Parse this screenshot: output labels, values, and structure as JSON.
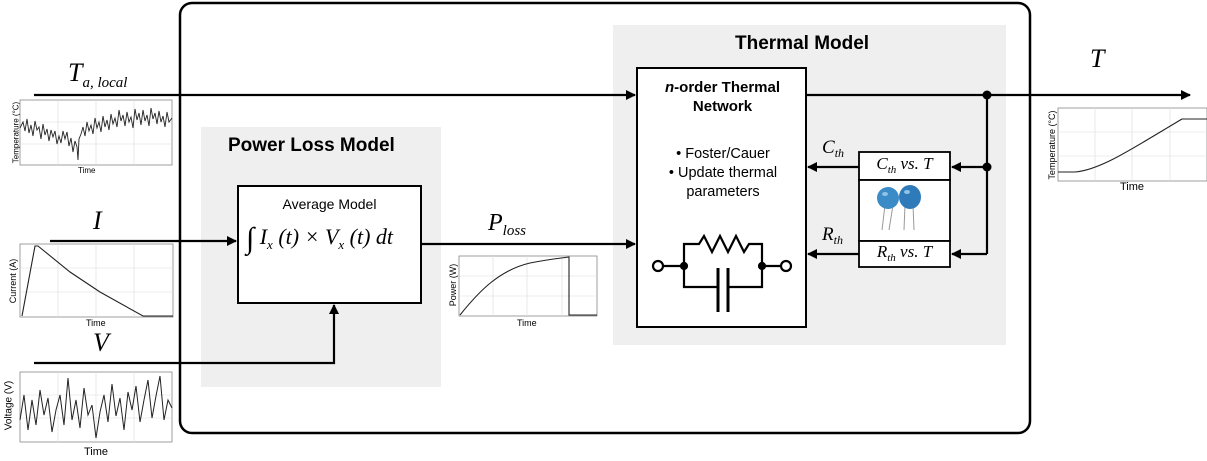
{
  "labels": {
    "thermal_model_title": "Thermal Model",
    "power_loss_title": "Power Loss Model",
    "network_title_n": "n",
    "network_title_rest": "-order Thermal",
    "network_title_line2": "Network",
    "bullet1": "• Foster/Cauer",
    "bullet2": "• Update thermal",
    "bullet3": "parameters",
    "avg_model": "Average Model",
    "integral": "∫ I",
    "integral_rest": "x (t) × V",
    "integral_rest2": "x (t) dt",
    "ta_main": "T",
    "ta_sub": "a, local",
    "i_label": "I",
    "v_label": "V",
    "ploss_main": "P",
    "ploss_sub": "loss",
    "t_label": "T",
    "cth_main": "C",
    "cth_sub": "th",
    "rth_main": "R",
    "rth_sub": "th",
    "cth_vs_main": "C",
    "cth_vs_sub": "th",
    "cth_vs_rest": " vs. T",
    "rth_vs_main": "R",
    "rth_vs_sub": "th",
    "rth_vs_rest": " vs. T"
  },
  "plots": {
    "temp_in": {
      "ylabel": "Temperature (°C)",
      "xlabel": "Time"
    },
    "current": {
      "ylabel": "Current (A)",
      "xlabel": "Time"
    },
    "voltage": {
      "ylabel": "Voltage (V)",
      "xlabel": "Time"
    },
    "power": {
      "ylabel": "Power (W)",
      "xlabel": "Time"
    },
    "temp_out": {
      "ylabel": "Temperature (°C)",
      "xlabel": "Time"
    }
  },
  "colors": {
    "panel_gray": "#efefef",
    "line": "#000000",
    "grid": "#d9d9d9",
    "capacitor_blue": "#3a8bc6"
  }
}
